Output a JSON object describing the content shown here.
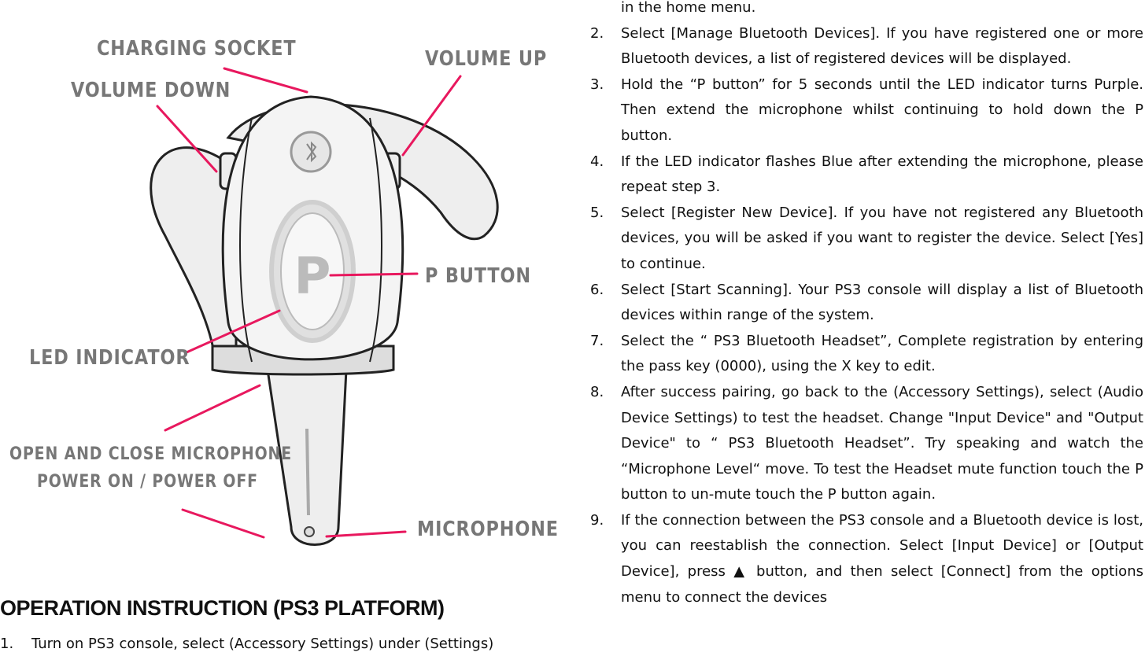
{
  "diagram": {
    "labels": {
      "charging_socket": "CHARGING SOCKET",
      "volume_up": "VOLUME UP",
      "volume_down": "VOLUME DOWN",
      "p_button": "P BUTTON",
      "led_indicator": "LED INDICATOR",
      "open_close_line1": "OPEN AND CLOSE MICROPHONE",
      "open_close_line2": "POWER ON / POWER OFF",
      "microphone": "MICROPHONE"
    },
    "button_letter": "P",
    "colors": {
      "callout_lines": "#e8185e",
      "label_text": "#777777",
      "device_outline": "#222222",
      "device_fill": "#eeeeee"
    }
  },
  "section": {
    "heading": "OPERATION INSTRUCTION (PS3 PLATFORM)",
    "steps": [
      {
        "num": "1.",
        "text": "Turn on PS3 console, select (Accessory Settings) under (Settings)"
      },
      {
        "num": "",
        "text": "in the home menu."
      },
      {
        "num": "2.",
        "text": "Select [Manage Bluetooth Devices]. If you have registered one or more Bluetooth devices, a list of registered devices will be displayed."
      },
      {
        "num": "3.",
        "text": "Hold the “P button” for 5 seconds until the LED indicator turns Purple. Then extend the microphone whilst continuing to hold down the P button."
      },
      {
        "num": "4.",
        "text": "If the LED indicator flashes Blue after extending the microphone, please repeat step 3."
      },
      {
        "num": "5.",
        "text": "Select [Register New Device]. If you have not registered any Bluetooth devices, you will be asked if you want to register the device. Select [Yes] to continue."
      },
      {
        "num": "6.",
        "text": "Select [Start Scanning]. Your PS3 console will display a list of Bluetooth devices within range of the system."
      },
      {
        "num": "7.",
        "text": "Select the “ PS3 Bluetooth Headset”, Complete registration by entering the pass key (0000), using the X key to edit."
      },
      {
        "num": "8.",
        "text": "After success pairing, go back to the (Accessory Settings), select (Audio Device Settings) to test the headset. Change \"Input Device\" and \"Output Device\" to “ PS3 Bluetooth Headset”. Try speaking and watch the “Microphone Level“ move. To test the Headset mute function touch the P button to un-mute touch the P button again."
      },
      {
        "num": "9.",
        "text": "If the connection between the PS3 console and a Bluetooth device is lost, you can reestablish the connection. Select [Input Device] or [Output Device], press ▲ button, and then select [Connect] from the options menu to connect the devices"
      }
    ]
  }
}
